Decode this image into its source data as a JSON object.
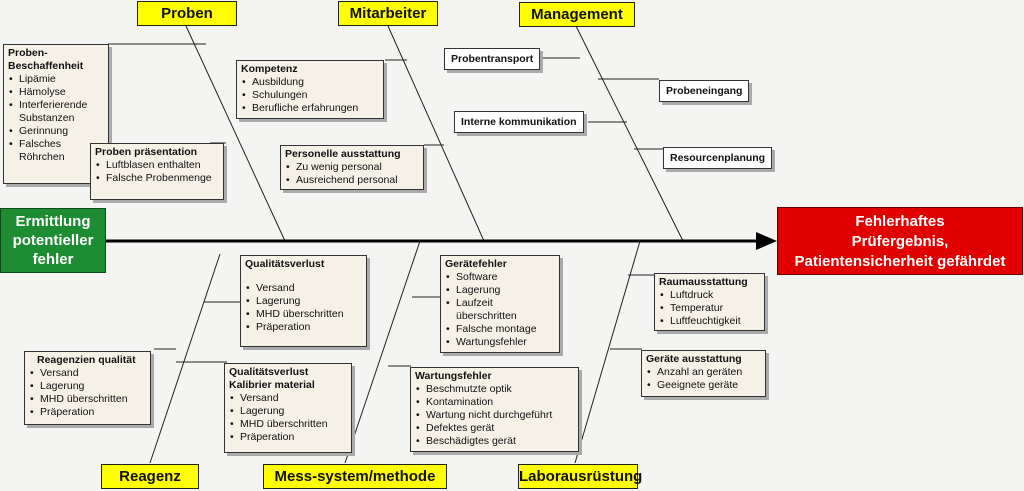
{
  "start_box": {
    "lines": [
      "Ermittlung",
      "potentieller",
      "fehler"
    ]
  },
  "effect_box": {
    "lines": [
      "Fehlerhaftes",
      "Prüfergebnis,",
      "Patientensicherheit gefährdet"
    ]
  },
  "categories": {
    "proben": "Proben",
    "mitarbeiter": "Mitarbeiter",
    "management": "Management",
    "reagenz": "Reagenz",
    "mess_system": "Mess-system/methode",
    "laborausruestung": "Laborausrüstung"
  },
  "boxes": {
    "proben_beschaffenheit": {
      "title": [
        "Proben-",
        "Beschaffenheit"
      ],
      "items": [
        "Lipämie",
        "Hämolyse",
        "Interferierende Substanzen",
        "Gerinnung",
        "Falsches Röhrchen"
      ]
    },
    "proben_praesentation": {
      "title": [
        "Proben präsentation"
      ],
      "items": [
        "Luftblasen enthalten",
        "Falsche Probenmenge"
      ]
    },
    "kompetenz": {
      "title": [
        "Kompetenz"
      ],
      "items": [
        "Ausbildung",
        "Schulungen",
        "Berufliche erfahrungen"
      ]
    },
    "personelle": {
      "title": [
        "Personelle ausstattung"
      ],
      "items": [
        "Zu wenig personal",
        "Ausreichend personal"
      ]
    },
    "qualitaetsverlust": {
      "title": [
        "Qualitätsverlust"
      ],
      "items": [
        "Versand",
        "Lagerung",
        "MHD überschritten",
        "Präperation"
      ]
    },
    "reagenzien_qualitaet": {
      "title": [
        "Reagenzien qualität"
      ],
      "items": [
        "Versand",
        "Lagerung",
        "MHD überschritten",
        "Präperation"
      ]
    },
    "qualitaetsverlust_kalibrier": {
      "title": [
        "Qualitätsverlust",
        "Kalibrier material"
      ],
      "items": [
        "Versand",
        "Lagerung",
        "MHD überschritten",
        "Präperation"
      ]
    },
    "geraetefehler": {
      "title": [
        "Gerätefehler"
      ],
      "items": [
        "Software",
        "Lagerung",
        "Laufzeit überschritten",
        "Falsche montage",
        "Wartungsfehler"
      ]
    },
    "wartungsfehler": {
      "title": [
        "Wartungsfehler"
      ],
      "items": [
        "Beschmutzte optik",
        "Kontamination",
        "Wartung nicht durchgeführt",
        "Defektes gerät",
        "Beschädigtes gerät"
      ]
    },
    "raumausstattung": {
      "title": [
        "Raumausstattung"
      ],
      "items": [
        "Luftdruck",
        "Temperatur",
        "Luftfeuchtigkeit"
      ]
    },
    "geraete_ausstattung": {
      "title": [
        "Geräte ausstattung"
      ],
      "items": [
        "Anzahl an geräten",
        "Geeignete geräte"
      ]
    }
  },
  "tags": {
    "probentransport": "Probentransport",
    "probeneingang": "Probeneingang",
    "interne_kommunikation": "Interne kommunikation",
    "ressourcenplanung": "Resourcenplanung"
  }
}
